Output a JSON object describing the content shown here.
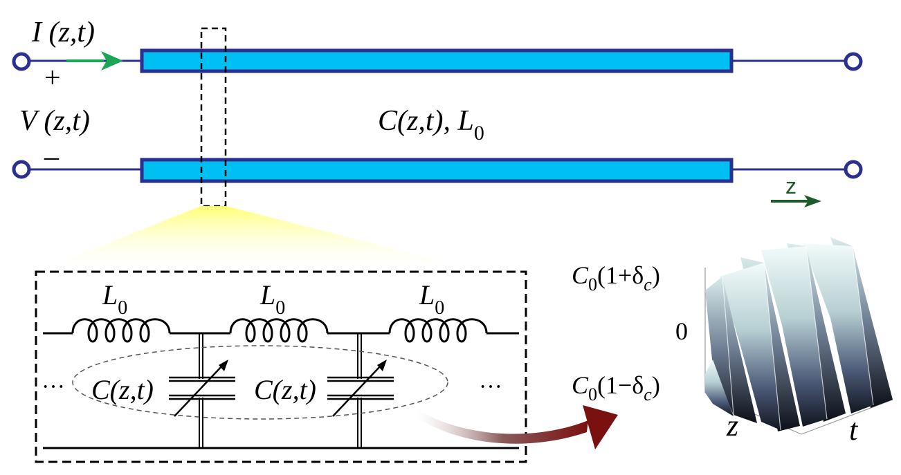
{
  "line": {
    "current_label": "I (z,t)",
    "plus_sign": "+",
    "voltage_label": "V (z,t)",
    "minus_sign": "–",
    "param_label_main": "C(z,t), L",
    "param_label_sub": "0",
    "axis_label": "z"
  },
  "circuit": {
    "inductors": [
      {
        "main": "L",
        "sub": "0"
      },
      {
        "main": "L",
        "sub": "0"
      },
      {
        "main": "L",
        "sub": "0"
      }
    ],
    "capacitors": [
      {
        "label": "C(z,t)"
      },
      {
        "label": "C(z,t)"
      }
    ],
    "ellipsis_left": "···",
    "ellipsis_right": "···"
  },
  "surface": {
    "top_label_main": "C",
    "top_label_sub": "0",
    "top_label_rest": "(1+δ",
    "top_label_delta_sub": "c",
    "top_label_close": ")",
    "mid_label": "0",
    "bottom_label_main": "C",
    "bottom_label_sub": "0",
    "bottom_label_rest": "(1−δ",
    "bottom_label_delta_sub": "c",
    "bottom_label_close": ")",
    "axis_z": "z",
    "axis_t": "t"
  },
  "colors": {
    "conductor_fill": "#00bff3",
    "conductor_border": "#2b2f8f",
    "current_arrow": "#1aa655",
    "z_arrow": "#1a5c2a",
    "curve_arrow": "#7a1a1a"
  }
}
